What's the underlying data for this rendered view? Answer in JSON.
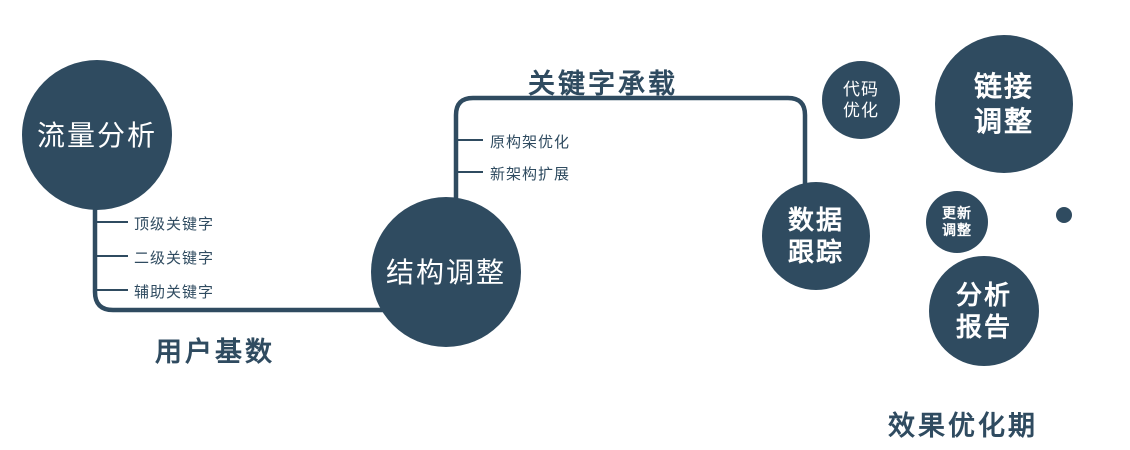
{
  "theme": {
    "accent": "#2f4b60",
    "background": "#ffffff"
  },
  "nodes": {
    "traffic": {
      "label": "流量分析"
    },
    "structure": {
      "label": "结构调整"
    },
    "tracking": {
      "line1": "数据",
      "line2": "跟踪"
    },
    "code": {
      "line1": "代码",
      "line2": "优化"
    },
    "link": {
      "line1": "链接",
      "line2": "调整"
    },
    "update": {
      "line1": "更新",
      "line2": "调整"
    },
    "report": {
      "line1": "分析",
      "line2": "报告"
    }
  },
  "branches": {
    "traffic_keywords": [
      "顶级关键字",
      "二级关键字",
      "辅助关键字"
    ],
    "structure_items": [
      "原构架优化",
      "新架构扩展"
    ]
  },
  "edge_labels": {
    "user_base": "用户基数",
    "keyword_carry": "关键字承载"
  },
  "footer_label": "效果优化期"
}
